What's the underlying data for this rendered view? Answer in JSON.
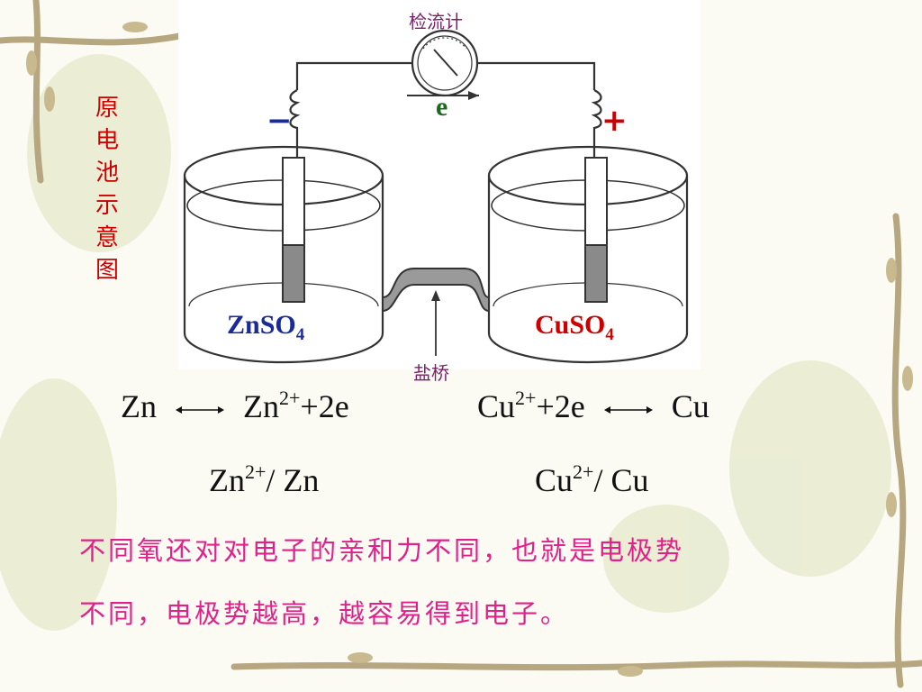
{
  "side_title": [
    "原",
    "电",
    "池",
    "示",
    "意",
    "图"
  ],
  "galvanometer_label": "检流计",
  "electron_label": "e",
  "negative_sign": "−",
  "positive_sign": "+",
  "left_solution": {
    "base": "ZnSO",
    "sub": "4"
  },
  "right_solution": {
    "base": "CuSO",
    "sub": "4"
  },
  "salt_bridge_label": "盐桥",
  "equations": {
    "left": {
      "reactant": "Zn",
      "product_base": "Zn",
      "product_sup": "2+",
      "product_tail": "+2e"
    },
    "right": {
      "reactant_base": "Cu",
      "reactant_sup": "2+",
      "reactant_tail": "+2e",
      "product": "Cu"
    }
  },
  "couples": {
    "left": {
      "base": "Zn",
      "sup": "2+",
      "tail": "/ Zn"
    },
    "right": {
      "base": "Cu",
      "sup": "2+",
      "tail": "/ Cu"
    }
  },
  "note_lines": [
    "不同氧还对对电子的亲和力不同，也就是电极势",
    "不同，电极势越高，越容易得到电子。"
  ],
  "colors": {
    "title": "#cc0000",
    "negative": "#1a2a9a",
    "positive": "#cc0000",
    "electron": "#1a6a1a",
    "znso4": "#1a2a9a",
    "cuso4": "#cc0000",
    "note": "#e0218a"
  }
}
